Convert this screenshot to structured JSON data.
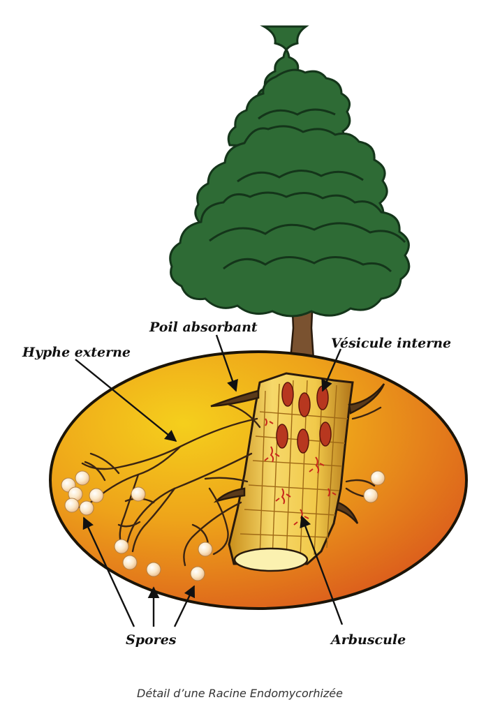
{
  "labels": {
    "poil_absorbant": "Poil absorbant",
    "hyphe_externe": "Hyphe externe",
    "vesicule_interne": "Vésicule interne",
    "spores": "Spores",
    "arbuscule": "Arbuscule"
  },
  "caption": "Détail d’une Racine Endomycorhizée",
  "colors": {
    "foliage": "#2e6b35",
    "foliage_outline": "#14351a",
    "trunk": "#7a5230",
    "soil_light": "#f3c51a",
    "soil_dark": "#d9541c",
    "root_core": "#f6e07a",
    "root_cross_section": "#fbf1b0",
    "vesicle": "#b7371f",
    "arbuscule": "#c8281c",
    "hypha": "#3a2412",
    "spore": "#f7dcb0"
  }
}
